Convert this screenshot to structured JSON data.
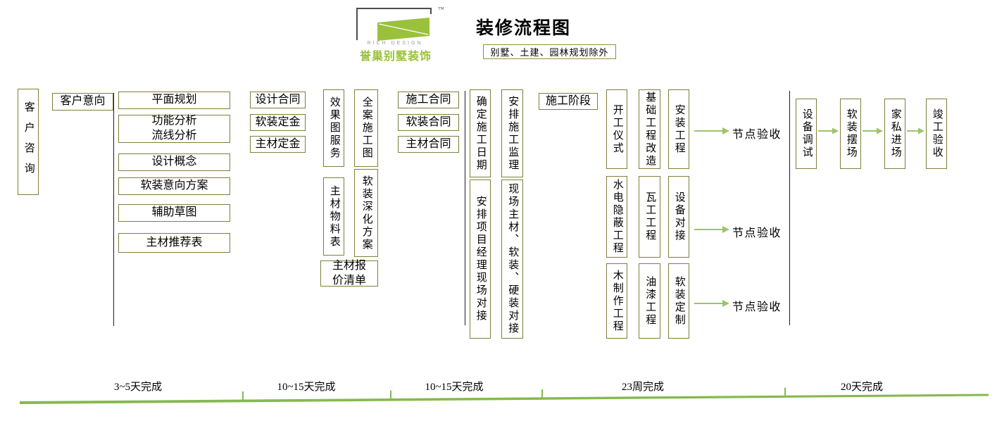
{
  "header": {
    "logo": {
      "brand_en": "RICH DESIGN",
      "brand_cn": "誉巢别墅装饰",
      "trademark": "™"
    },
    "title": "装修流程图",
    "subtitle": "别墅、土建、园林规划除外"
  },
  "flow": {
    "customer_consult": "客户咨询",
    "customer_intent": "客户意向",
    "design_stage": [
      "平面规划",
      "功能分析\n流线分析",
      "设计概念",
      "软装意向方案",
      "辅助草图",
      "主材推荐表"
    ],
    "design_contracts": [
      "设计合同",
      "软装定金",
      "主材定金"
    ],
    "deepening_stage": [
      "效果图服务",
      "全案施工图",
      "主材物料表",
      "软装深化方案",
      "主材报价清单"
    ],
    "construction_contracts": [
      "施工合同",
      "软装合同",
      "主材合同"
    ],
    "preparation_stage": [
      "确定施工日期",
      "安排施工监理",
      "安排项目经理现场对接",
      "现场主材、软装、硬装对接"
    ],
    "construction_phase": "施工阶段",
    "construction_stage": [
      "开工仪式",
      "基础工程改造",
      "安装工程",
      "水电隐蔽工程",
      "瓦工工程",
      "设备对接",
      "木制作工程",
      "油漆工程",
      "软装定制"
    ],
    "node_acceptance": "节点验收",
    "completion_stage": [
      "设备调试",
      "软装摆场",
      "家私进场",
      "竣工验收"
    ]
  },
  "timeline": {
    "labels": [
      "3~5天完成",
      "10~15天完成",
      "10~15天完成",
      "23周完成",
      "20天完成"
    ]
  },
  "colors": {
    "box_border": "#7e7e3a",
    "brand_green": "#9ac13c",
    "arrow_green": "#9cc46c",
    "timeline_green": "#86b94e"
  }
}
